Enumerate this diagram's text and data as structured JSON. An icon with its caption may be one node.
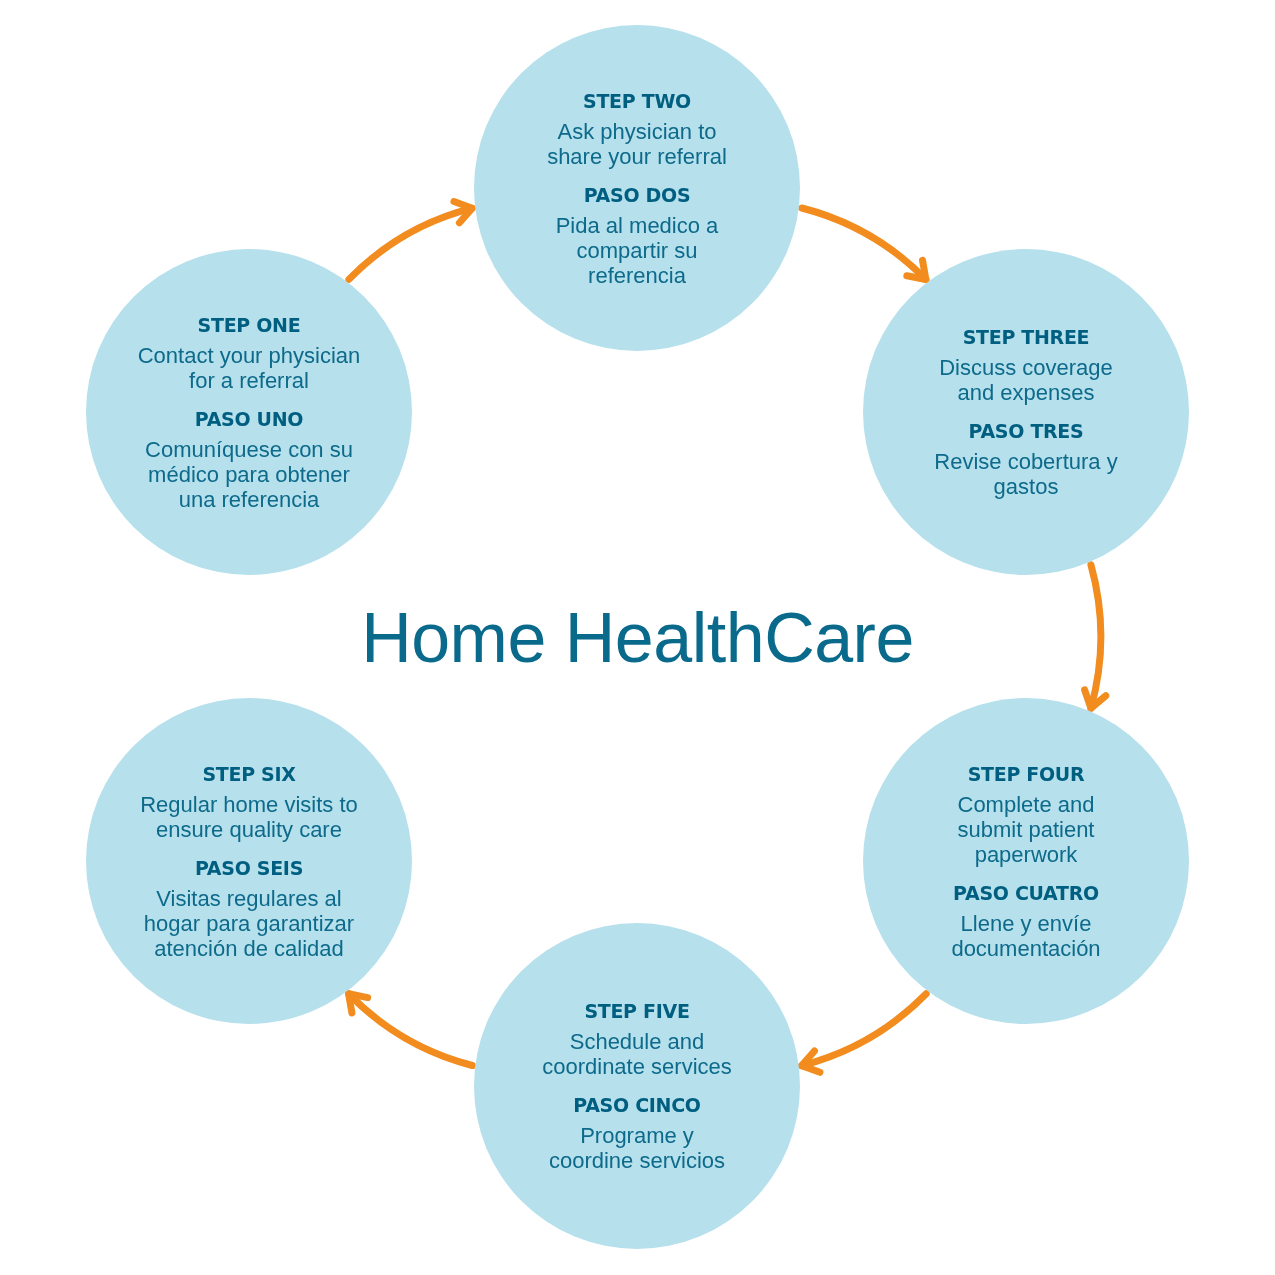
{
  "diagram": {
    "title": "Home HealthCare",
    "nodes": [
      {
        "text": [
          "STEP ONE",
          "Contact your physician for a referral",
          "PASO UNO",
          "Comuníquese con su médico para obtener una referencia"
        ]
      },
      {
        "text": [
          "STEP TWO",
          "Ask physician to share your referral",
          "PASO DOS",
          "Pida al medico a compartir su referencia"
        ]
      },
      {
        "text": [
          "STEP THREE",
          "Discuss coverage and expenses",
          "PASO TRES",
          "Revise cobertura y gastos"
        ]
      },
      {
        "text": [
          "STEP FOUR",
          "Complete and submit patient paperwork",
          "PASO CUATRO",
          "Llene y envíe documentación"
        ]
      },
      {
        "text": [
          "STEP FIVE",
          "Schedule and coordinate services",
          "PASO CINCO",
          "Programe y coordine servicios"
        ]
      },
      {
        "text": [
          "STEP SIX",
          "Regular home visits to ensure quality care",
          "PASO SEIS",
          "Visitas regulares al hogar para garantizar atención de calidad"
        ]
      }
    ],
    "edges": [
      {
        "from": 0,
        "to": 1,
        "arrow": "to"
      },
      {
        "from": 1,
        "to": 2,
        "arrow": "to"
      },
      {
        "from": 2,
        "to": 3,
        "arrow": "to"
      },
      {
        "from": 3,
        "to": 4,
        "arrow": "to"
      },
      {
        "from": 4,
        "to": 5,
        "arrow": "to"
      }
    ]
  }
}
